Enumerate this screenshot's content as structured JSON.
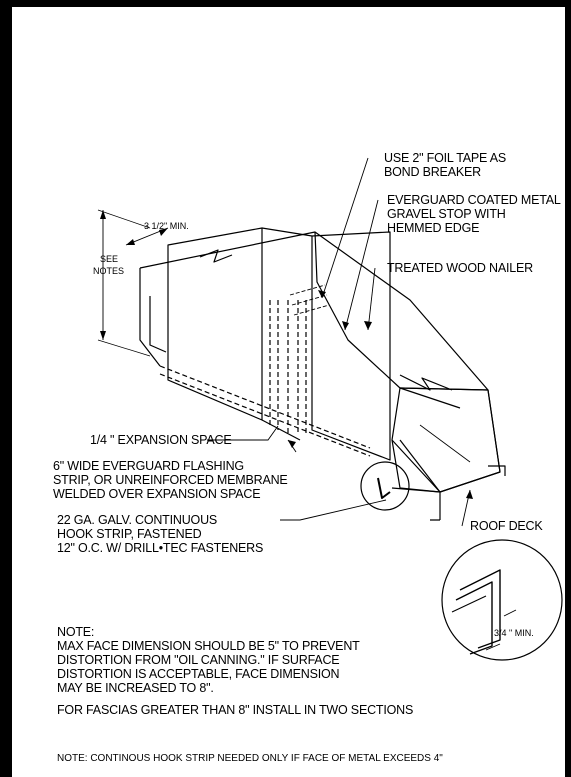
{
  "callouts": {
    "foil_tape": [
      "USE 2\" FOIL TAPE AS",
      "BOND BREAKER"
    ],
    "gravel_stop": [
      "EVERGUARD COATED METAL",
      "GRAVEL STOP WITH",
      "HEMMED EDGE"
    ],
    "wood_nailer": "TREATED WOOD NAILER",
    "min_width": "3 1/2\" MIN.",
    "see_notes": [
      "SEE",
      "NOTES"
    ],
    "expansion_space": "1/4 \" EXPANSION SPACE",
    "flashing_strip": [
      "6\" WIDE EVERGUARD FLASHING",
      "STRIP, OR UNREINFORCED MEMBRANE",
      "WELDED OVER EXPANSION SPACE"
    ],
    "hook_strip": [
      "22 GA. GALV. CONTINUOUS",
      "HOOK STRIP, FASTENED",
      "12\" O.C. W/ DRILL•TEC FASTENERS"
    ],
    "roof_deck": "ROOF DECK",
    "detail_min": "3/4 \" MIN."
  },
  "notes": {
    "heading": "NOTE:",
    "lines": [
      "MAX FACE DIMENSION SHOULD BE 5\" TO PREVENT",
      "DISTORTION FROM \"OIL CANNING.\" IF SURFACE",
      "DISTORTION IS ACCEPTABLE, FACE DIMENSION",
      "MAY BE INCREASED TO 8\"."
    ],
    "sections": "FOR FASCIAS GREATER THAN 8\" INSTALL IN TWO SECTIONS",
    "footnote": "NOTE: CONTINOUS HOOK STRIP NEEDED ONLY IF FACE OF METAL EXCEEDS 4\""
  }
}
